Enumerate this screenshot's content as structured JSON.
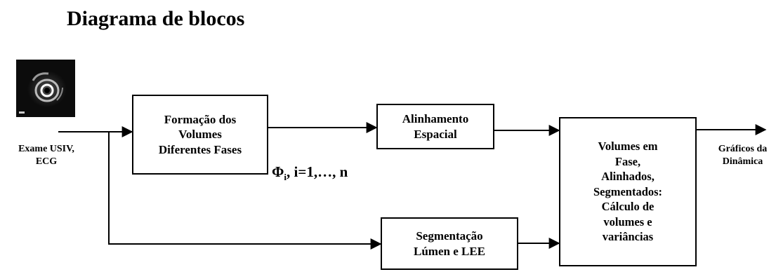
{
  "title": "Diagrama de blocos",
  "nodes": {
    "input_label": [
      "Exame USIV,",
      "ECG"
    ],
    "formation": [
      "Formação dos",
      "Volumes",
      "Diferentes Fases"
    ],
    "phase_label": {
      "symbol": "Φ",
      "sub": "i",
      "rest": ", i=1,…, n"
    },
    "alignment": [
      "Alinhamento",
      "Espacial"
    ],
    "segmentation": [
      "Segmentação",
      "Lúmen e LEE"
    ],
    "volumes": [
      "Volumes em",
      "Fase,",
      "Alinhados,",
      "Segmentados:",
      "Cálculo de",
      "volumes e",
      "variâncias"
    ],
    "output_label": [
      "Gráficos da",
      "Dinâmica"
    ]
  },
  "image": {
    "icon": "ivus-image"
  }
}
